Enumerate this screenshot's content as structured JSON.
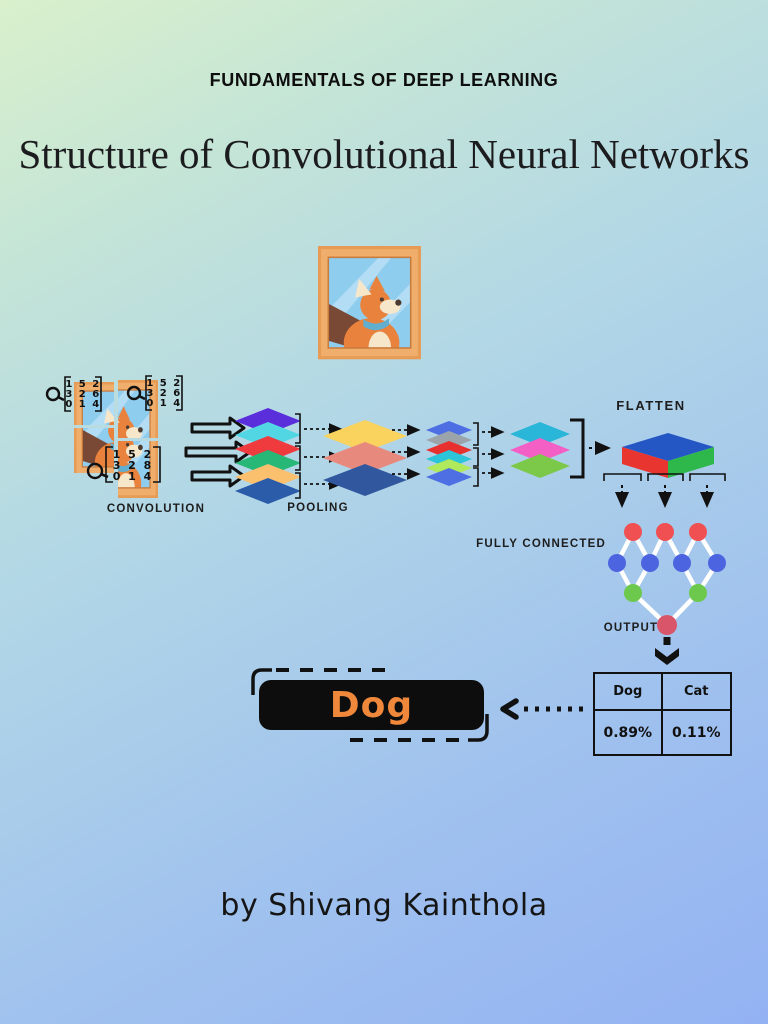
{
  "page": {
    "eyebrow": "FUNDAMENTALS OF DEEP LEARNING",
    "title": "Structure of Convolutional Neural Networks",
    "author_credit": "by Shivang Kainthola",
    "background_gradient": [
      "#DAF0CC",
      "#B2D7E6",
      "#93B2F3"
    ]
  },
  "diagram": {
    "labels": {
      "convolution": "CONVOLUTION",
      "pooling": "POOLING",
      "flatten": "FLATTEN",
      "fully_connected": "FULLY CONNECTED",
      "output": "OUTPUT"
    },
    "kernels": {
      "top_left": {
        "rows": [
          "1 5 2",
          "3 2 6",
          "0 1 4"
        ]
      },
      "top_right": {
        "rows": [
          "1 5 2",
          "3 2 6",
          "0 1 4"
        ]
      },
      "bottom": {
        "rows": [
          "1 5 2",
          "3 2 8",
          "0 1 4"
        ]
      }
    },
    "stacks": {
      "conv1": [
        "#5B2EDC",
        "#53D6E3",
        "#EF3A3E",
        "#27B877",
        "#FAC06E",
        "#2B5CA9"
      ],
      "pool1": [
        "#F9D35E",
        "#E8897E",
        "#31589E"
      ],
      "conv2": [
        "#4D6FE3",
        "#9BA3AB",
        "#E8312F",
        "#2BC4D8",
        "#B0E95B",
        "#4D6FE3"
      ],
      "pool2": [
        "#29B6D8",
        "#F45FC5",
        "#7CC94A"
      ]
    },
    "flatten_faces": {
      "top": "#2456C4",
      "left": "#E8352F",
      "right": "#2EB84C"
    },
    "network": {
      "node_colors": {
        "input": "#F05051",
        "hidden": "#4D64E0",
        "pre_output": "#6CC94E",
        "output": "#D9566A"
      },
      "edge_color": "#FFFFFF"
    },
    "result_table": {
      "headers": [
        "Dog",
        "Cat"
      ],
      "values": [
        "0.89%",
        "0.11%"
      ]
    },
    "prediction": {
      "label": "Dog",
      "text_color": "#F0883C",
      "box_color": "#0D0D0D"
    }
  }
}
